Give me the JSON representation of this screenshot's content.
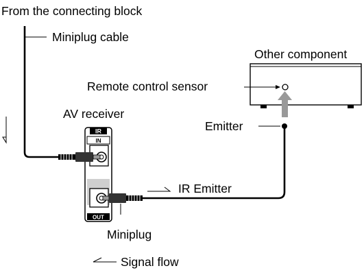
{
  "labels": {
    "source": "From the connecting block",
    "cable": "Miniplug cable",
    "component": "Other component",
    "sensor": "Remote control sensor",
    "receiver": "AV receiver",
    "emitter": "Emitter",
    "ir_emitter": "IR Emitter",
    "miniplug": "Miniplug",
    "signal_flow": "Signal flow"
  },
  "panel": {
    "header": "IR",
    "in_jack": "IN",
    "out_jack": "OUT"
  }
}
